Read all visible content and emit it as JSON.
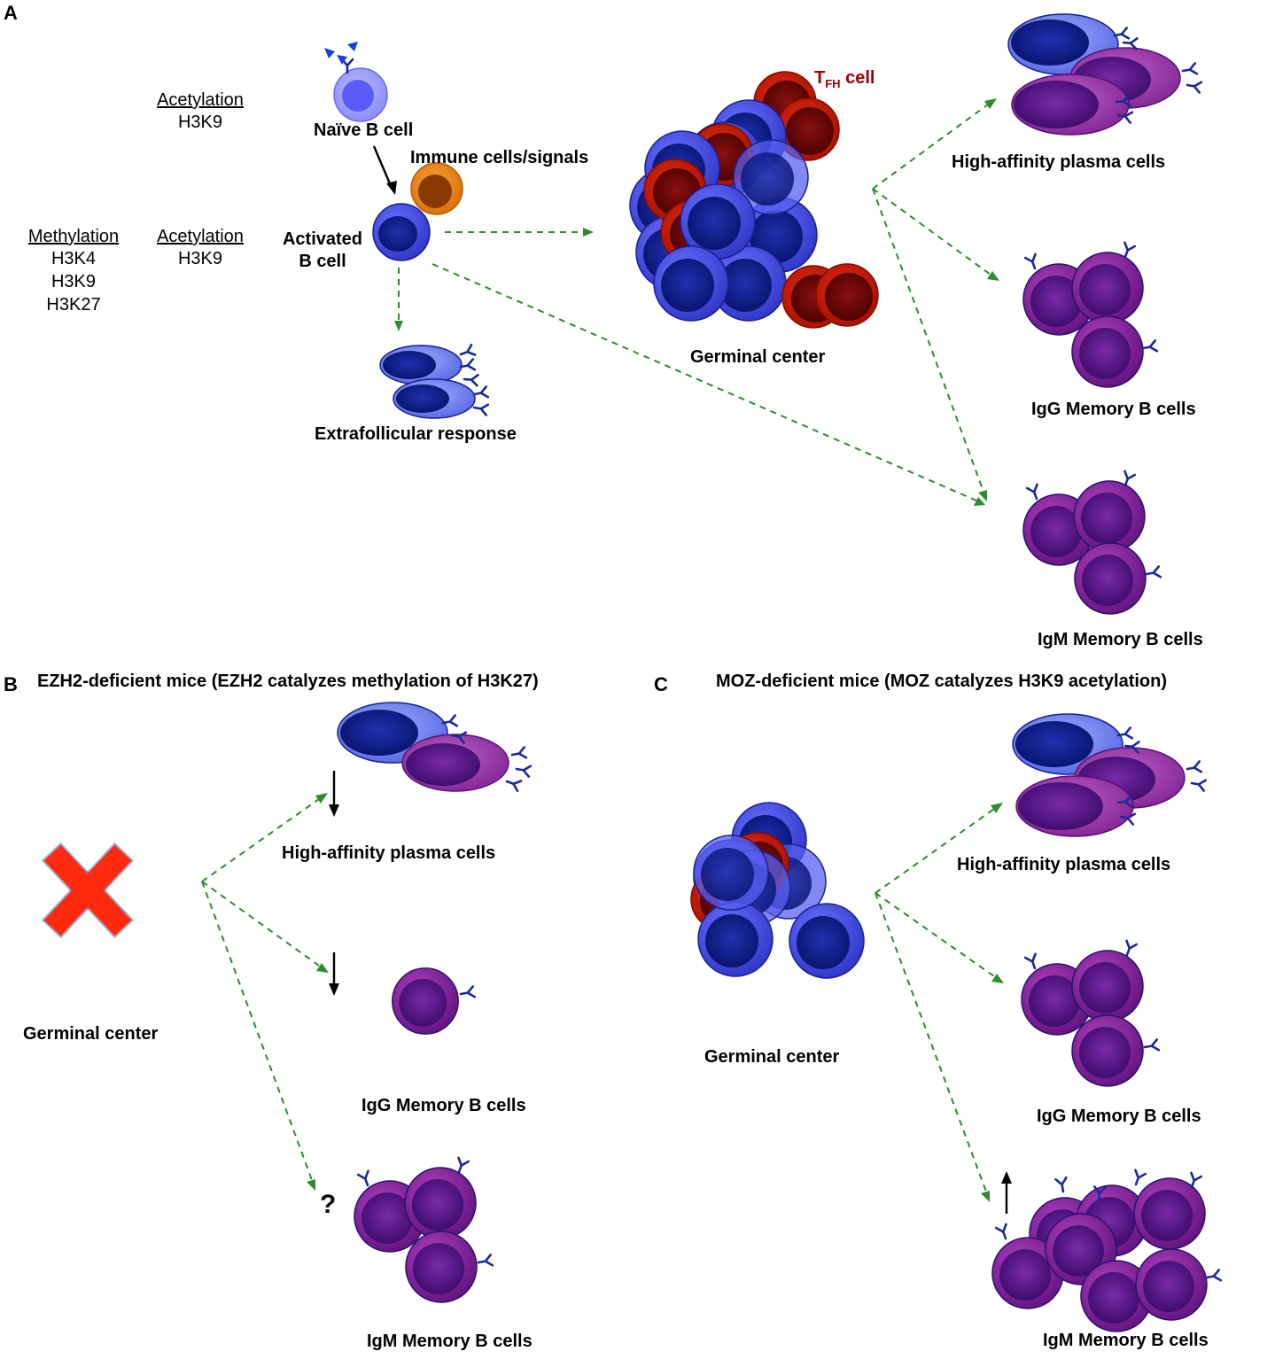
{
  "panels": {
    "a": "A",
    "b": "B",
    "c": "C"
  },
  "panel_a": {
    "naive_b_cell": "Naïve B cell",
    "immune_signals": "Immune cells/signals",
    "activated_b_cell": [
      "Activated",
      "B cell"
    ],
    "tfh_label": {
      "main": "T",
      "sub": "FH",
      "rest": " cell"
    },
    "extrafollicular": "Extrafollicular response",
    "germinal_center": "Germinal center",
    "plasma_cells": "High-affinity plasma cells",
    "igg_memory": "IgG Memory B cells",
    "igm_memory": "IgM Memory B cells",
    "naive_marks": {
      "title": "Acetylation",
      "items": [
        "H3K9"
      ]
    },
    "activated_marks": [
      {
        "title": "Methylation",
        "items": [
          "H3K4",
          "H3K9",
          "H3K27"
        ]
      },
      {
        "title": "Acetylation",
        "items": [
          "H3K9"
        ]
      }
    ]
  },
  "panel_b": {
    "title": "EZH2-deficient mice (EZH2 catalyzes methylation of H3K27)",
    "germinal_center": "Germinal center",
    "plasma_cells": "High-affinity plasma cells",
    "igg_memory": "IgG Memory B cells",
    "igm_memory": "IgM Memory B cells",
    "unknown_mark": "?"
  },
  "panel_c": {
    "title": "MOZ-deficient mice (MOZ catalyzes H3K9 acetylation)",
    "germinal_center": "Germinal center",
    "plasma_cells": "High-affinity plasma cells",
    "igg_memory": "IgG Memory B cells",
    "igm_memory": "IgM Memory B cells"
  },
  "colors": {
    "arrow_green": "#2e8b2e",
    "b_cell_blue": "#3a40d0",
    "b_cell_nucleus": "#0c1a80",
    "tfh_red": "#c01800",
    "plasma_purple": "#7a2090",
    "memory_purple": "#5a1280",
    "immune_orange": "#e07a10",
    "naive_light": "#7a7cf5",
    "cross_red": "#ff2a10"
  },
  "icons": [
    "antibody-icon",
    "red-x-icon",
    "down-arrow-icon",
    "up-arrow-icon"
  ]
}
